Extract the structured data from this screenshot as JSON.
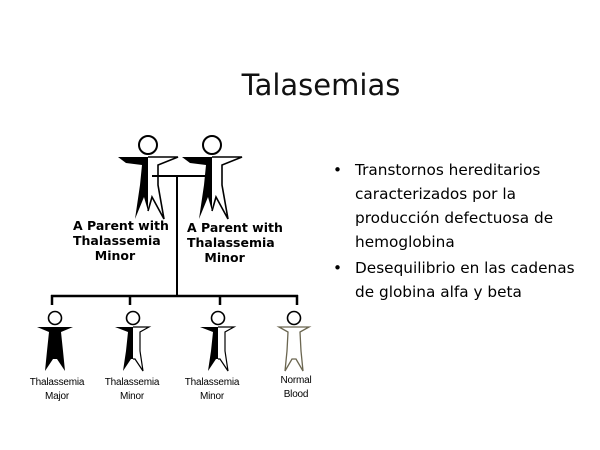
{
  "slide": {
    "title": "Talasemias",
    "diagram": {
      "parents": [
        {
          "label": "A Parent with\nThalassemia\n     Minor",
          "status": "carrier"
        },
        {
          "label": "A Parent with\nThalassemia\n    Minor",
          "status": "carrier"
        }
      ],
      "children": [
        {
          "label_line1": "Thalassemia",
          "label_line2": "Major",
          "status": "affected"
        },
        {
          "label_line1": "Thalassemia",
          "label_line2": "Minor",
          "status": "carrier"
        },
        {
          "label_line1": "Thalassemia",
          "label_line2": "Minor",
          "status": "carrier"
        },
        {
          "label_line1": "Normal",
          "label_line2": "Blood",
          "status": "normal"
        }
      ]
    },
    "bullets": [
      {
        "bullet": "•",
        "text": "Transtornos hereditarios caracterizados por la producción defectuosa de hemoglobina"
      },
      {
        "bullet": "•",
        "text": "Desequilibrio en las cadenas de globina alfa y beta"
      }
    ],
    "colors": {
      "background": "#ffffff",
      "figure_dark": "#000000",
      "figure_normal_outline": "#6b6650"
    }
  }
}
